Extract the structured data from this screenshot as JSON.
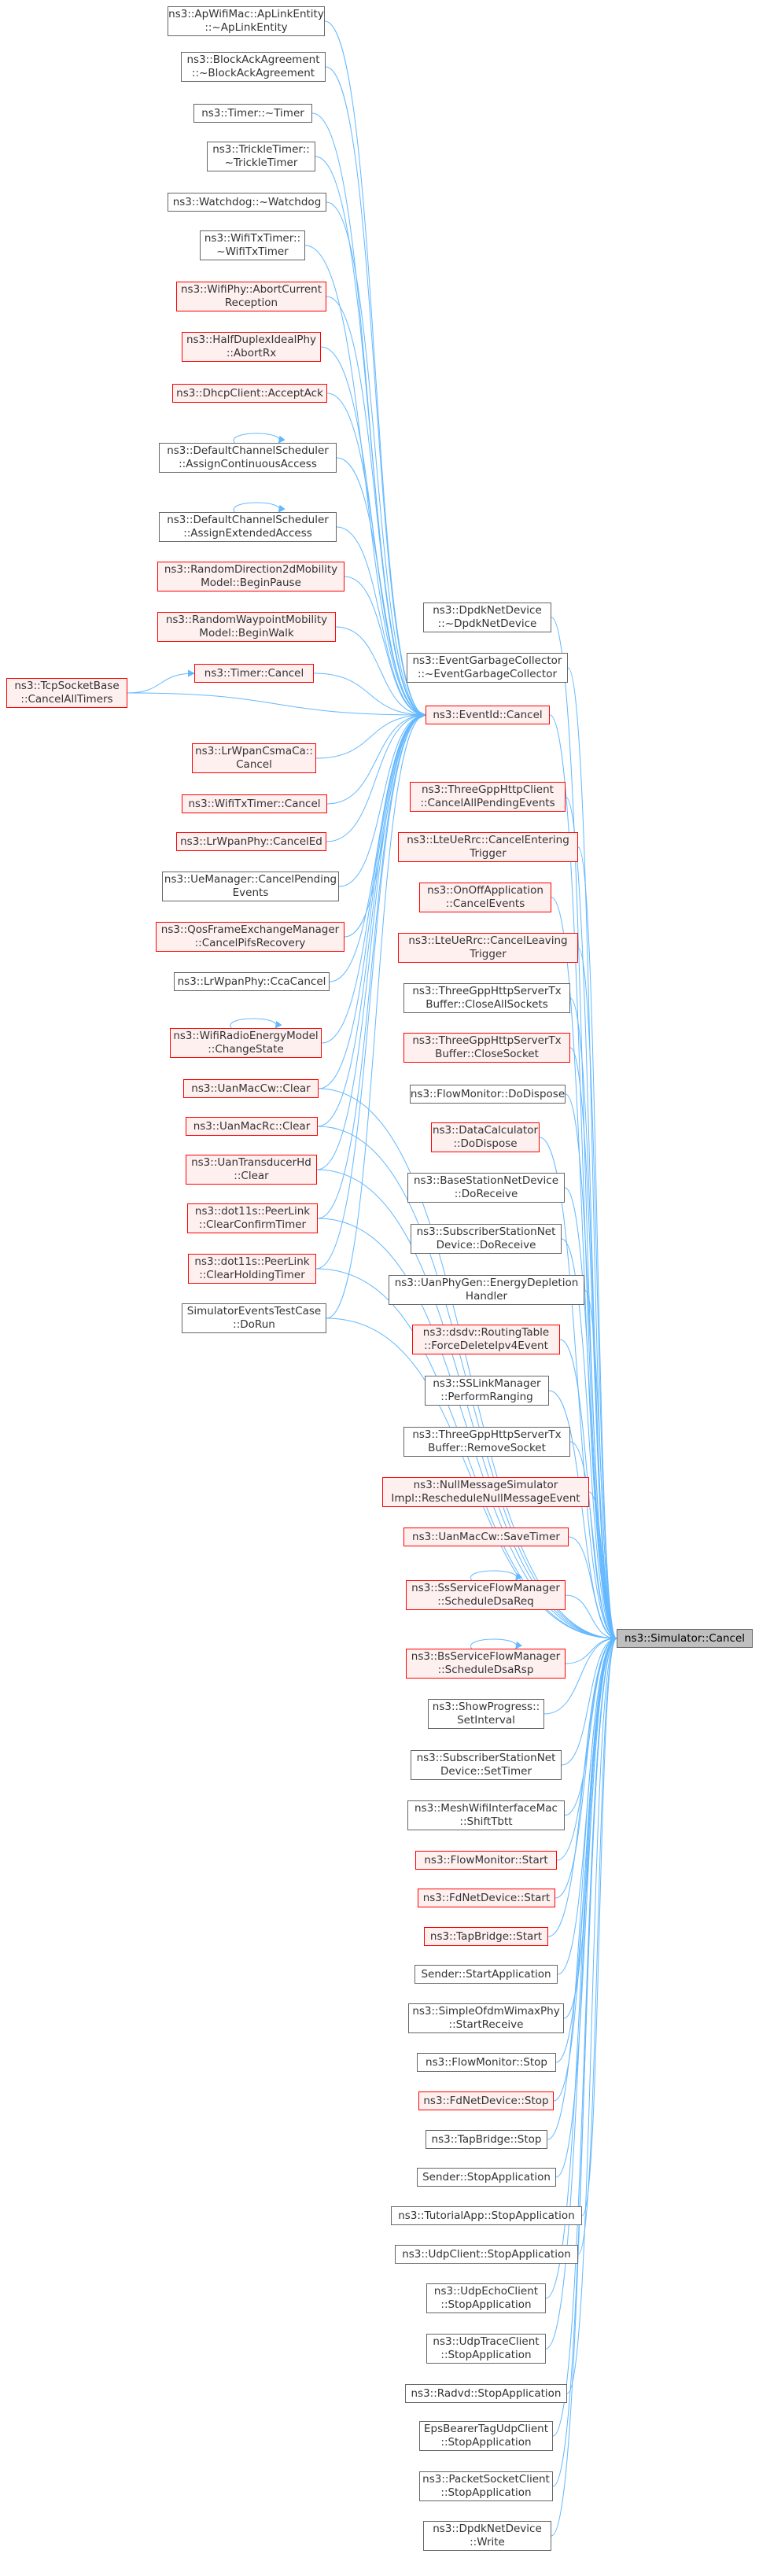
{
  "colors": {
    "edge": "#63b8ff",
    "border_black": "#666666",
    "border_red": "#ff0000",
    "fill_red": "#fff0f0",
    "fill_target": "#bfbfbf"
  },
  "nodes": {
    "n01": [
      "ns3::ApWifiMac::ApLinkEntity",
      "::~ApLinkEntity"
    ],
    "n02": [
      "ns3::BlockAckAgreement",
      "::~BlockAckAgreement"
    ],
    "n03": [
      "ns3::Timer::~Timer"
    ],
    "n04": [
      "ns3::TrickleTimer::",
      "~TrickleTimer"
    ],
    "n05": [
      "ns3::Watchdog::~Watchdog"
    ],
    "n06": [
      "ns3::WifiTxTimer::",
      "~WifiTxTimer"
    ],
    "n07": [
      "ns3::WifiPhy::AbortCurrent",
      "Reception"
    ],
    "n08": [
      "ns3::HalfDuplexIdealPhy",
      "::AbortRx"
    ],
    "n09": [
      "ns3::DhcpClient::AcceptAck"
    ],
    "n10": [
      "ns3::DefaultChannelScheduler",
      "::AssignContinuousAccess"
    ],
    "n11": [
      "ns3::DefaultChannelScheduler",
      "::AssignExtendedAccess"
    ],
    "n12": [
      "ns3::RandomDirection2dMobility",
      "Model::BeginPause"
    ],
    "n13": [
      "ns3::RandomWaypointMobility",
      "Model::BeginWalk"
    ],
    "n14": [
      "ns3::TcpSocketBase",
      "::CancelAllTimers"
    ],
    "n15": [
      "ns3::Timer::Cancel"
    ],
    "n16": [
      "ns3::EventId::Cancel"
    ],
    "n17": [
      "ns3::LrWpanCsmaCa::",
      "Cancel"
    ],
    "n18": [
      "ns3::WifiTxTimer::Cancel"
    ],
    "n19": [
      "ns3::LrWpanPhy::CancelEd"
    ],
    "n20": [
      "ns3::UeManager::CancelPending",
      "Events"
    ],
    "n21": [
      "ns3::QosFrameExchangeManager",
      "::CancelPifsRecovery"
    ],
    "n22": [
      "ns3::LrWpanPhy::CcaCancel"
    ],
    "n23": [
      "ns3::WifiRadioEnergyModel",
      "::ChangeState"
    ],
    "n24": [
      "ns3::UanMacCw::Clear"
    ],
    "n25": [
      "ns3::UanMacRc::Clear"
    ],
    "n26": [
      "ns3::UanTransducerHd",
      "::Clear"
    ],
    "n27": [
      "ns3::dot11s::PeerLink",
      "::ClearConfirmTimer"
    ],
    "n28": [
      "ns3::dot11s::PeerLink",
      "::ClearHoldingTimer"
    ],
    "n29": [
      "SimulatorEventsTestCase",
      "::DoRun"
    ],
    "n30": [
      "ns3::DpdkNetDevice",
      "::~DpdkNetDevice"
    ],
    "n31": [
      "ns3::EventGarbageCollector",
      "::~EventGarbageCollector"
    ],
    "n32": [
      "ns3::ThreeGppHttpClient",
      "::CancelAllPendingEvents"
    ],
    "n33": [
      "ns3::LteUeRrc::CancelEntering",
      "Trigger"
    ],
    "n34": [
      "ns3::OnOffApplication",
      "::CancelEvents"
    ],
    "n35": [
      "ns3::LteUeRrc::CancelLeaving",
      "Trigger"
    ],
    "n36": [
      "ns3::ThreeGppHttpServerTx",
      "Buffer::CloseAllSockets"
    ],
    "n37": [
      "ns3::ThreeGppHttpServerTx",
      "Buffer::CloseSocket"
    ],
    "n38": [
      "ns3::FlowMonitor::DoDispose"
    ],
    "n39": [
      "ns3::DataCalculator",
      "::DoDispose"
    ],
    "n40": [
      "ns3::BaseStationNetDevice",
      "::DoReceive"
    ],
    "n41": [
      "ns3::SubscriberStationNet",
      "Device::DoReceive"
    ],
    "n42": [
      "ns3::UanPhyGen::EnergyDepletion",
      "Handler"
    ],
    "n43": [
      "ns3::dsdv::RoutingTable",
      "::ForceDeleteIpv4Event"
    ],
    "n44": [
      "ns3::SSLinkManager",
      "::PerformRanging"
    ],
    "n45": [
      "ns3::ThreeGppHttpServerTx",
      "Buffer::RemoveSocket"
    ],
    "n46": [
      "ns3::NullMessageSimulator",
      "Impl::RescheduleNullMessageEvent"
    ],
    "n47": [
      "ns3::UanMacCw::SaveTimer"
    ],
    "n48": [
      "ns3::SsServiceFlowManager",
      "::ScheduleDsaReq"
    ],
    "n49": [
      "ns3::BsServiceFlowManager",
      "::ScheduleDsaRsp"
    ],
    "n50": [
      "ns3::ShowProgress::",
      "SetInterval"
    ],
    "n51": [
      "ns3::SubscriberStationNet",
      "Device::SetTimer"
    ],
    "n52": [
      "ns3::MeshWifiInterfaceMac",
      "::ShiftTbtt"
    ],
    "n53": [
      "ns3::FlowMonitor::Start"
    ],
    "n54": [
      "ns3::FdNetDevice::Start"
    ],
    "n55": [
      "ns3::TapBridge::Start"
    ],
    "n56": [
      "Sender::StartApplication"
    ],
    "n57": [
      "ns3::SimpleOfdmWimaxPhy",
      "::StartReceive"
    ],
    "n58": [
      "ns3::FlowMonitor::Stop"
    ],
    "n59": [
      "ns3::FdNetDevice::Stop"
    ],
    "n60": [
      "ns3::TapBridge::Stop"
    ],
    "n61": [
      "Sender::StopApplication"
    ],
    "n62": [
      "ns3::TutorialApp::StopApplication"
    ],
    "n63": [
      "ns3::UdpClient::StopApplication"
    ],
    "n64": [
      "ns3::UdpEchoClient",
      "::StopApplication"
    ],
    "n65": [
      "ns3::UdpTraceClient",
      "::StopApplication"
    ],
    "n66": [
      "ns3::Radvd::StopApplication"
    ],
    "n67": [
      "EpsBearerTagUdpClient",
      "::StopApplication"
    ],
    "n68": [
      "ns3::PacketSocketClient",
      "::StopApplication"
    ],
    "n69": [
      "ns3::DpdkNetDevice",
      "::Write"
    ],
    "n70": [
      "ns3::Simulator::Cancel"
    ]
  }
}
